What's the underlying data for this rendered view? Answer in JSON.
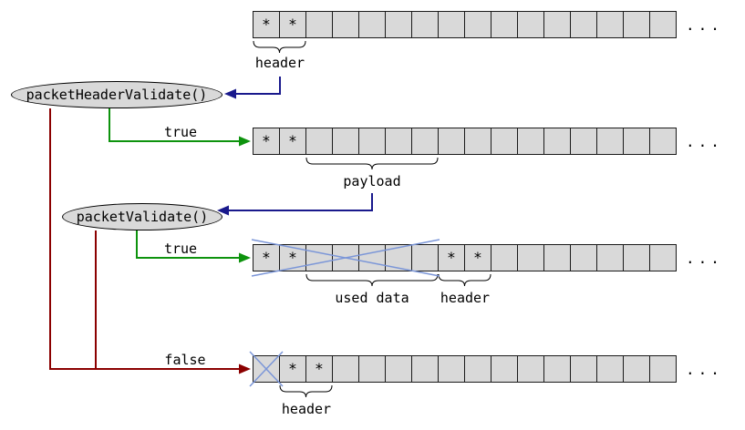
{
  "colors": {
    "navy": "#19198c",
    "green": "#0d930d",
    "darkred": "#8b0000",
    "cross_blue": "#7b96d8",
    "cell_fill": "#d9d9d9",
    "cell_border": "#1a1a1a"
  },
  "nodes": {
    "packet_header_validate": "packetHeaderValidate()",
    "packet_validate": "packetValidate()"
  },
  "edge_labels": {
    "true_header": "true",
    "true_packet": "true",
    "false_packet": "false"
  },
  "annotations": {
    "header_row1": "header",
    "payload_row2": "payload",
    "used_data_row3": "used data",
    "header_row3": "header",
    "header_row4": "header"
  },
  "rows": [
    {
      "cells": [
        "*",
        "*",
        "",
        "",
        "",
        "",
        "",
        "",
        "",
        "",
        "",
        "",
        "",
        "",
        "",
        ""
      ],
      "ellipsis": "..."
    },
    {
      "cells": [
        "*",
        "*",
        "",
        "",
        "",
        "",
        "",
        "",
        "",
        "",
        "",
        "",
        "",
        "",
        "",
        ""
      ],
      "ellipsis": "..."
    },
    {
      "cells": [
        "*",
        "*",
        "",
        "",
        "",
        "",
        "",
        "*",
        "*",
        "",
        "",
        "",
        "",
        "",
        "",
        ""
      ],
      "ellipsis": "..."
    },
    {
      "cells": [
        "",
        "*",
        "*",
        "",
        "",
        "",
        "",
        "",
        "",
        "",
        "",
        "",
        "",
        "",
        "",
        ""
      ],
      "ellipsis": "..."
    }
  ]
}
